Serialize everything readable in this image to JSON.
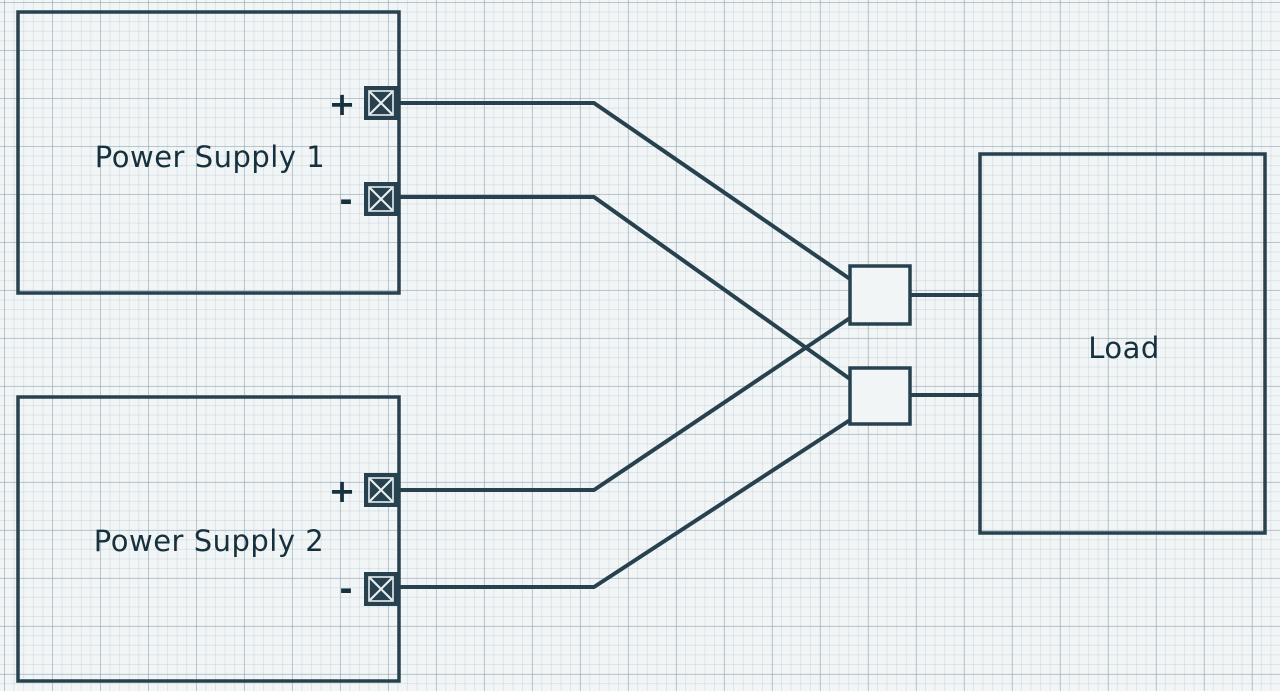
{
  "supplies": [
    {
      "label": "Power Supply 1",
      "plus": "+",
      "minus": "-"
    },
    {
      "label": "Power Supply 2",
      "plus": "+",
      "minus": "-"
    }
  ],
  "load": {
    "label": "Load"
  },
  "colors": {
    "ink": "#27414e",
    "paper": "#f1f5f6",
    "grid": "#7891a0"
  },
  "icons": {
    "terminal": "x-square-icon"
  }
}
